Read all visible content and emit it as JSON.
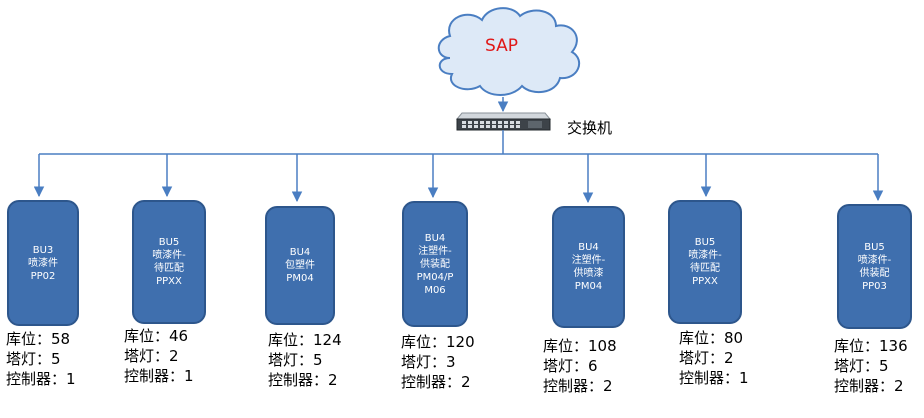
{
  "cloud": {
    "label": "SAP"
  },
  "switch": {
    "label": "交换机"
  },
  "nodes": [
    {
      "lines": [
        "BU3",
        "喷漆件",
        "PP02"
      ],
      "storage": "库位：58",
      "tower_lights": "塔灯：5",
      "controllers": "控制器：1"
    },
    {
      "lines": [
        "BU5",
        "喷漆件-",
        "待匹配",
        "PPXX"
      ],
      "storage": "库位：46",
      "tower_lights": "塔灯：2",
      "controllers": "控制器：1"
    },
    {
      "lines": [
        "BU4",
        "包塑件",
        "PM04"
      ],
      "storage": "库位：124",
      "tower_lights": "塔灯：5",
      "controllers": "控制器：2"
    },
    {
      "lines": [
        "BU4",
        "注塑件-",
        "供装配",
        "PM04/P",
        "M06"
      ],
      "storage": "库位：120",
      "tower_lights": "塔灯：3",
      "controllers": "控制器：2"
    },
    {
      "lines": [
        "BU4",
        "注塑件-",
        "供喷漆",
        "PM04"
      ],
      "storage": "库位：108",
      "tower_lights": "塔灯：6",
      "controllers": "控制器：2"
    },
    {
      "lines": [
        "BU5",
        "喷漆件-",
        "待匹配",
        "PPXX"
      ],
      "storage": "库位：80",
      "tower_lights": "塔灯：2",
      "controllers": "控制器：1"
    },
    {
      "lines": [
        "BU5",
        "喷漆件-",
        "供装配",
        "PP03"
      ],
      "storage": "库位：136",
      "tower_lights": "塔灯：5",
      "controllers": "控制器：2"
    }
  ],
  "colors": {
    "node_fill": "#3f6fae",
    "line": "#4a7ec2",
    "cloud_fill": "#dde9f7",
    "sap_text": "#e01818"
  }
}
